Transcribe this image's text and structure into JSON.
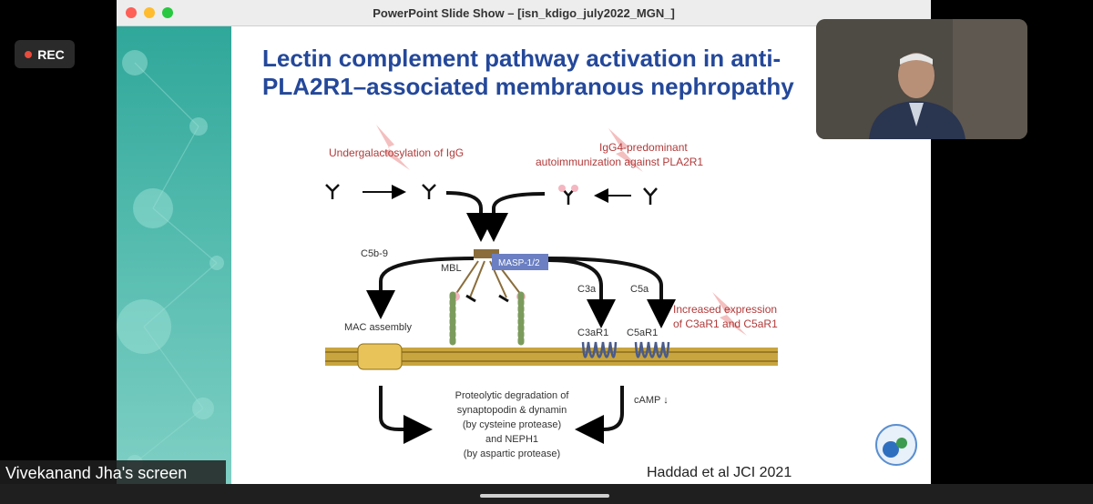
{
  "recording": {
    "label": "REC",
    "indicator_color": "#e74c3c"
  },
  "window": {
    "title": "PowerPoint Slide Show – [isn_kdigo_july2022_MGN_]"
  },
  "slide": {
    "title_line1": "Lectin complement pathway activation in anti-",
    "title_line2": "PLA2R1–associated membranous nephropathy",
    "title_color": "#24489a",
    "attribution": "Haddad et al JCI 2021",
    "diagram": {
      "left_annotation": "Undergalactosylation of IgG",
      "right_annotation_line1": "IgG4-predominant",
      "right_annotation_line2": "autoimmunization against PLA2R1",
      "increased_line1": "Increased expression",
      "increased_line2": "of C3aR1 and C5aR1",
      "c5b9": "C5b-9",
      "mbl": "MBL",
      "masp": "MASP-1/2",
      "c3a": "C3a",
      "c5a": "C5a",
      "mac_assembly": "MAC assembly",
      "c3ar1": "C3aR1",
      "c5ar1": "C5aR1",
      "camp": "cAMP ↓",
      "prot_line1": "Proteolytic degradation of",
      "prot_line2": "synaptopodin & dynamin",
      "prot_line3": "(by cysteine protease)",
      "prot_line4": "and NEPH1",
      "prot_line5": "(by aspartic protease)"
    }
  },
  "presenter": {
    "screen_label": "Vivekanand Jha's screen"
  },
  "icons": [
    "window-close-icon",
    "window-minimize-icon",
    "window-zoom-icon",
    "antibody-icon",
    "arrow-icon",
    "lightning-icon",
    "kdigo-logo-icon"
  ]
}
